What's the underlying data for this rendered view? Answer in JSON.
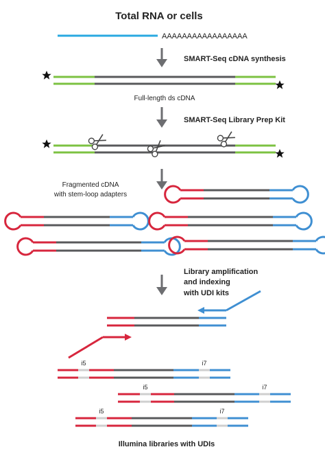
{
  "colors": {
    "rna": "#29a9e1",
    "green": "#7cc242",
    "dark": "#58595b",
    "red": "#d7263d",
    "blue": "#3f8fd2",
    "index": "#cfcfcf",
    "arrow": "#6d6e71",
    "star": "#111111"
  },
  "labels": {
    "title": "Total RNA or cells",
    "poly_a": "AAAAAAAAAAAAAAAAA",
    "step1": "SMART-Seq cDNA synthesis",
    "full_length": "Full-length ds cDNA",
    "step2": "SMART-Seq Library Prep Kit",
    "fragmented_line1": "Fragmented cDNA",
    "fragmented_line2": "with stem-loop adapters",
    "step3_line1": "Library amplification",
    "step3_line2": "and indexing",
    "step3_line3": "with UDI kits",
    "i5": "i5",
    "i7": "i7",
    "final": "Illumina libraries with UDIs"
  },
  "icons": {
    "star": "star-icon",
    "scissors": "scissors-icon",
    "arrow": "arrow-down-icon"
  }
}
